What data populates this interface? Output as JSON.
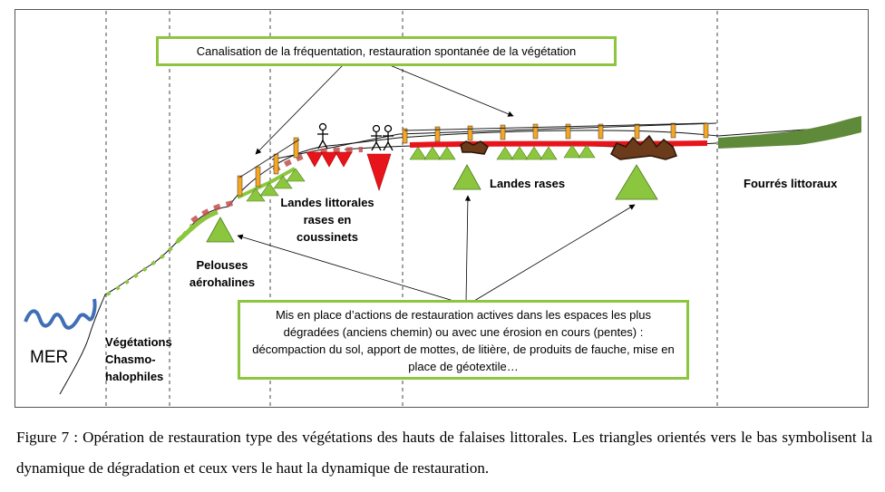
{
  "boxes": {
    "top": "Canalisation de la fréquentation, restauration spontanée de la végétation",
    "bottom": "Mis en place d’actions de restauration actives dans les espaces les plus dégradées (anciens chemin) ou avec une érosion en cours (pentes) : décompaction du sol, apport de mottes, de litière, de produits de fauche, mise en place de géotextile…"
  },
  "labels": {
    "mer": "MER",
    "chasmo": "Végétations Chasmo-halophiles",
    "pelouses": "Pelouses aérohalines",
    "landes_coussinets": "Landes littorales rases en coussinets",
    "landes_rases": "Landes rases",
    "fourres": "Fourrés littoraux"
  },
  "caption": "Figure 7 : Opération de restauration type des végétations des hauts de falaises littorales. Les triangles orientés vers le bas symbolisent la dynamique de dégradation et ceux vers le haut la dynamique de restauration.",
  "colors": {
    "restoration_green": "#8cc63f",
    "degradation_red": "#e8141b",
    "post_orange": "#f5a623",
    "sea_blue": "#3f6fb5",
    "shrub_green": "#5f8a3a",
    "brown_litter": "#6b3b1b"
  }
}
